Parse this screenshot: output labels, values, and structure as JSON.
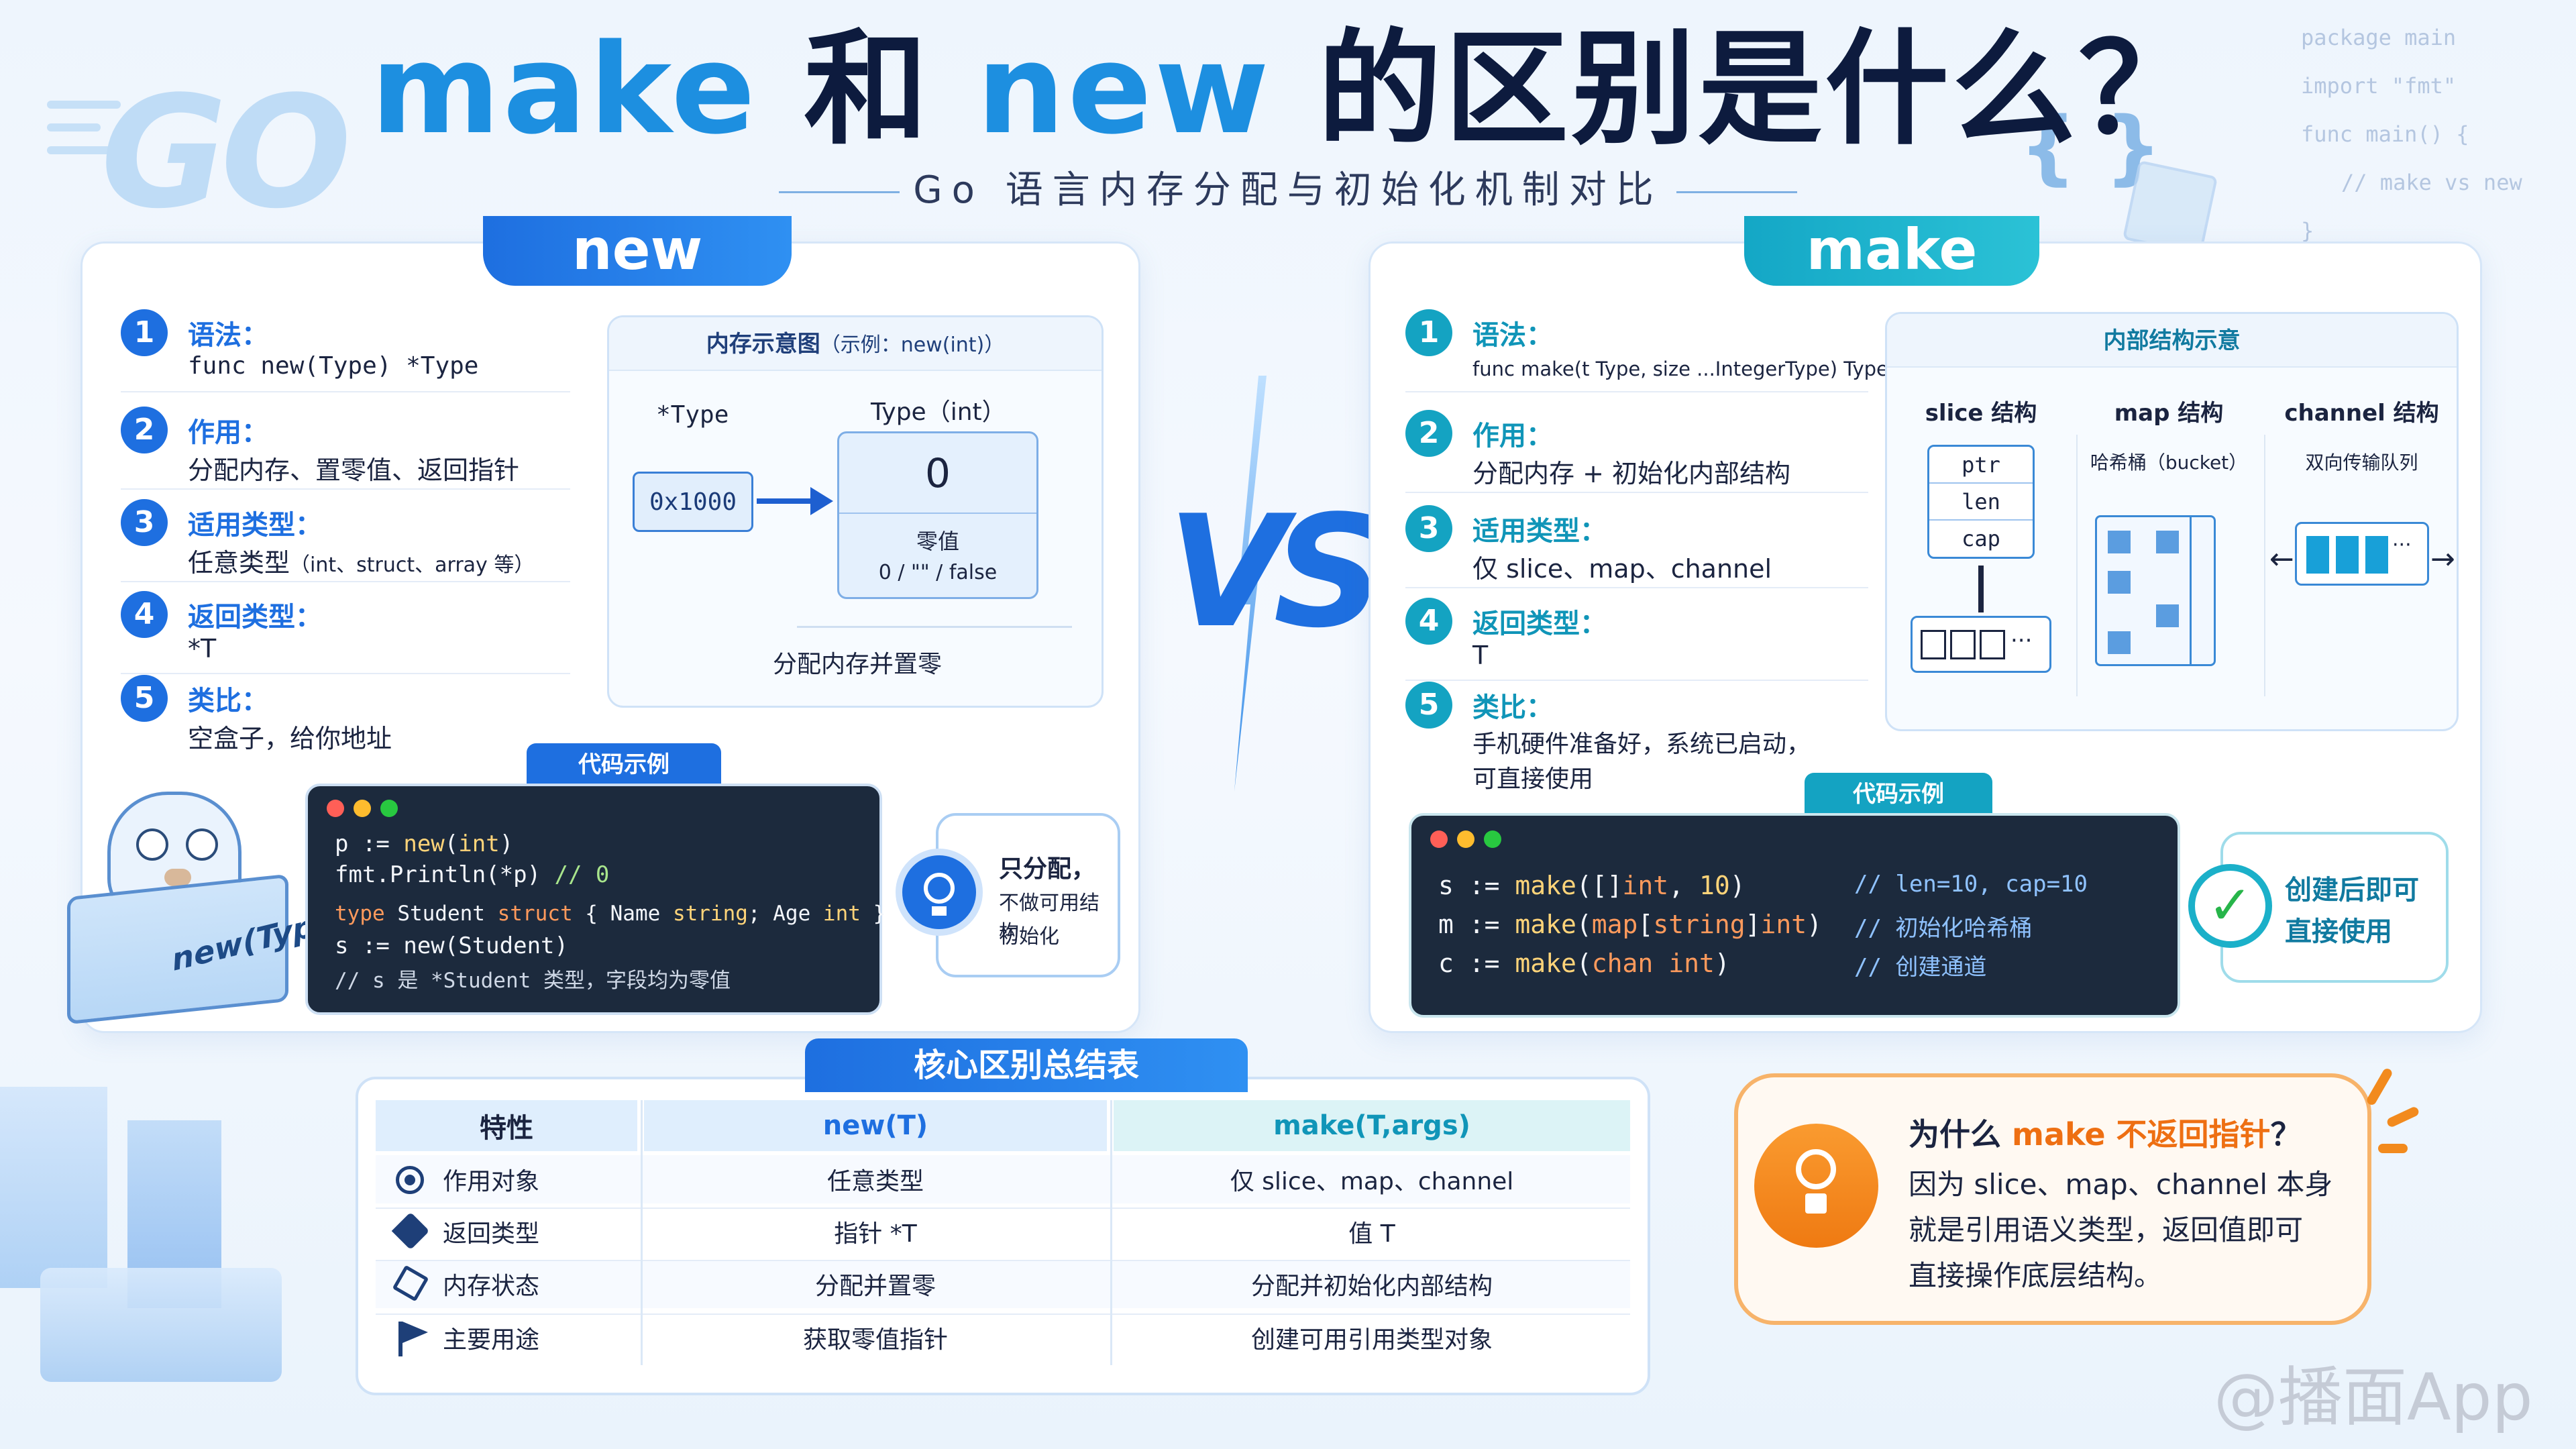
{
  "header": {
    "title_make": "make",
    "title_and": "和",
    "title_new": "new",
    "title_rest": "的区别是什么？",
    "subtitle": "Go 语言内存分配与初始化机制对比",
    "logo": "GO",
    "braces": "{ }",
    "code_lines": [
      "package main",
      "import \"fmt\"",
      "func main() {",
      "// make vs new",
      "}"
    ]
  },
  "new_panel": {
    "tab": "new",
    "items": [
      {
        "num": "1",
        "label": "语法：",
        "value": "func new(Type) *Type"
      },
      {
        "num": "2",
        "label": "作用：",
        "value": "分配内存、置零值、返回指针"
      },
      {
        "num": "3",
        "label": "适用类型：",
        "value": "任意类型",
        "value_small": "（int、struct、array 等）"
      },
      {
        "num": "4",
        "label": "返回类型：",
        "value": "*T"
      },
      {
        "num": "5",
        "label": "类比：",
        "value": "空盒子，给你地址"
      }
    ],
    "memory": {
      "title": "内存示意图",
      "title_note": "（示例：new(int)）",
      "ptr_label": "*Type",
      "ptr_value": "0x1000",
      "type_label": "Type（int）",
      "cell_value": "0",
      "zero_label": "零值",
      "zero_values": "0 / \"\" / false",
      "footer": "分配内存并置零"
    },
    "code_tab": "代码示例",
    "code": {
      "l1a": "p := ",
      "l1b": "new",
      "l1c": "(",
      "l1d": "int",
      "l1e": ")",
      "l2a": "fmt.Println(*p) ",
      "l2b": "// 0",
      "l3a": "type",
      "l3b": " Student ",
      "l3c": "struct",
      "l3d": " { Name ",
      "l3e": "string",
      "l3f": "; Age ",
      "l3g": "int",
      "l3h": " }",
      "l4": "s := new(Student)",
      "l5": "// s 是 *Student 类型，字段均为零值"
    },
    "callout_line1": "只分配，",
    "callout_line2": "不做可用结构",
    "callout_line3": "初始化",
    "box_label": "new(Type)"
  },
  "vs": "VS",
  "make_panel": {
    "tab": "make",
    "items": [
      {
        "num": "1",
        "label": "语法：",
        "value": "func make(t Type, size ...IntegerType) Type"
      },
      {
        "num": "2",
        "label": "作用：",
        "value": "分配内存 + 初始化内部结构"
      },
      {
        "num": "3",
        "label": "适用类型：",
        "value": "仅 slice、map、channel"
      },
      {
        "num": "4",
        "label": "返回类型：",
        "value": "T"
      },
      {
        "num": "5",
        "label": "类比：",
        "value": "手机硬件准备好，系统已启动，",
        "value2": "可直接使用"
      }
    ],
    "structure": {
      "title": "内部结构示意",
      "slice_title": "slice 结构",
      "slice_fields": [
        "ptr",
        "len",
        "cap"
      ],
      "map_title": "map 结构",
      "map_note": "哈希桶（bucket）",
      "channel_title": "channel 结构",
      "channel_note": "双向传输队列",
      "ellipsis": "···"
    },
    "code_tab": "代码示例",
    "code": {
      "r1a": "s := ",
      "r1b": "make",
      "r1c": "([]",
      "r1d": "int",
      "r1e": ", ",
      "r1f": "10",
      "r1g": ")",
      "r1h": "// len=10, cap=10",
      "r2a": "m := ",
      "r2b": "make",
      "r2c": "(",
      "r2d": "map",
      "r2e": "[",
      "r2f": "string",
      "r2g": "]",
      "r2h": "int",
      "r2i": ")",
      "r2j": "// 初始化哈希桶",
      "r3a": "c := ",
      "r3b": "make",
      "r3c": "(",
      "r3d": "chan",
      "r3e": " ",
      "r3f": "int",
      "r3g": ")",
      "r3h": "// 创建通道"
    },
    "callout_line1": "创建后即可",
    "callout_line2": "直接使用"
  },
  "summary": {
    "title": "核心区别总结表",
    "headers": [
      "特性",
      "new(T)",
      "make(T,args)"
    ],
    "rows": [
      {
        "icon": "target-icon",
        "feature": "作用对象",
        "new": "任意类型",
        "make": "仅 slice、map、channel"
      },
      {
        "icon": "tag-icon",
        "feature": "返回类型",
        "new": "指针 *T",
        "make": "值 T"
      },
      {
        "icon": "cube-icon",
        "feature": "内存状态",
        "new": "分配并置零",
        "make": "分配并初始化内部结构"
      },
      {
        "icon": "flag-icon",
        "feature": "主要用途",
        "new": "获取零值指针",
        "make": "创建可用引用类型对象"
      }
    ]
  },
  "why": {
    "q_pre": "为什么 ",
    "q_make": "make",
    "q_post": " 不返回指针",
    "q_mark": "？",
    "line1": "因为 slice、map、channel 本身",
    "line2": "就是引用语义类型，返回值即可",
    "line3": "直接操作底层结构。"
  },
  "watermark": "@播面App",
  "colors": {
    "new_blue": "#1e6fe0",
    "make_teal": "#14a3c2",
    "accent_orange": "#f28a1d",
    "code_bg": "#1c2a3d"
  }
}
